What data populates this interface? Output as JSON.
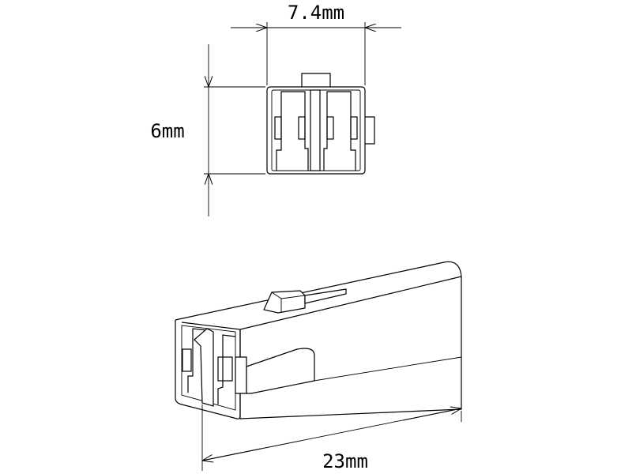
{
  "dimensions": {
    "width_label": "7.4mm",
    "height_label": "6mm",
    "length_label": "23mm"
  }
}
